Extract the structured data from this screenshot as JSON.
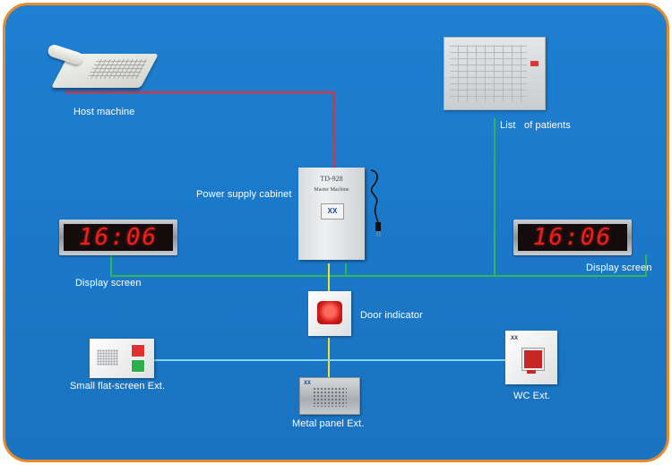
{
  "diagram": {
    "labels": {
      "host_machine": "Host machine",
      "list_of_patients": "List   of patients",
      "power_supply_cabinet": "Power supply cabinet",
      "display_screen_left": "Display screen",
      "display_screen_right": "Display screen",
      "door_indicator": "Door indicator",
      "small_flat_screen_ext": "Small flat-screen Ext.",
      "wc_ext": "WC Ext.",
      "metal_panel_ext": "Metal panel Ext."
    },
    "devices": {
      "display_time": "16:06",
      "cabinet_model": "TD-928",
      "cabinet_subtitle": "Master Machine",
      "cabinet_logo": "XX",
      "metal_logo": "XX",
      "wc_logo": "XX"
    },
    "wire_colors": {
      "host_link": "#d9333f",
      "network": "#2fb65a",
      "door_link": "#f2e232",
      "extension_link": "#7fd6ff"
    },
    "frame_color": "#e98a2c",
    "background_color": "#1c78c7"
  }
}
